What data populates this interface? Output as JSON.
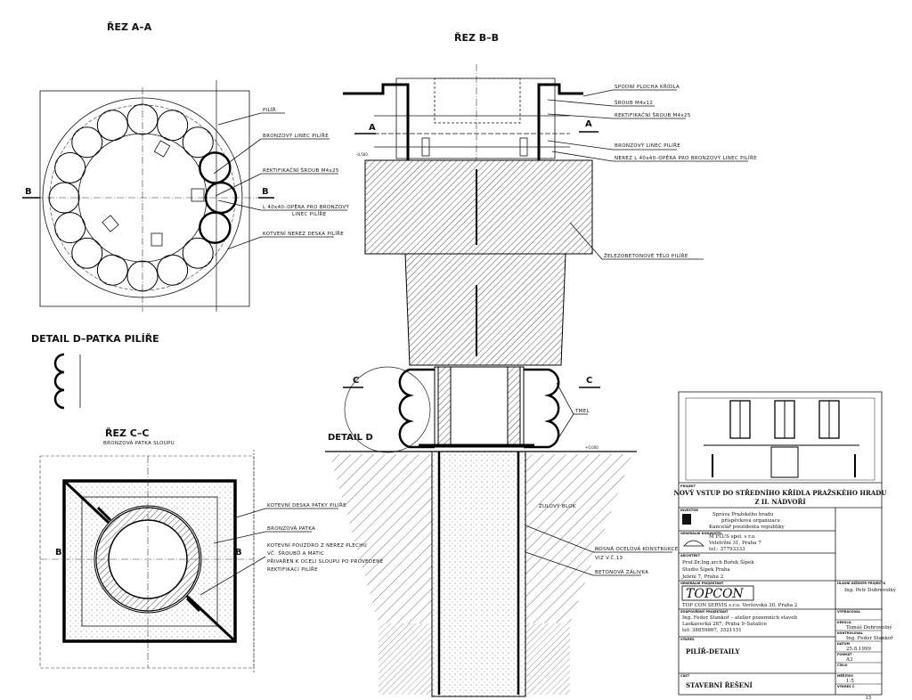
{
  "sections": {
    "aa": {
      "title": "ŘEZ A–A",
      "marker": "B",
      "labels": [
        "PILÍŘ",
        "BRONZOVÝ LINEC PILÍŘE",
        "REKTIFIKAČNÍ ŠROUB M4x25",
        "L 40x40–OPĚRA PRO BRONZOVÝ",
        "LINEC PILÍŘE",
        "KOTVENÍ NEREZ DESKA PILÍŘE"
      ]
    },
    "bb": {
      "title": "ŘEZ B–B",
      "marker_a": "A",
      "marker_c": "C",
      "detail": "DETAIL D",
      "labels": [
        "SPODNÍ PLOCHA KŘÍDLA",
        "ŠROUB M4x12",
        "REKTIFIKAČNÍ ŠROUB M4x25",
        "BRONZOVÝ LINEC PILÍŘE",
        "NEREZ L 40x40–OPĚRA PRO BRONZOVÝ LINEC PILÍŘE",
        "ŽELEZOBETONOVÉ TĚLO PILÍŘE",
        "TMEL",
        "ŽULOVÝ BLOK",
        "NOSNÁ OCELOVÁ KONSTRUKCE",
        "VIZ V.Č.13",
        "BETONOVÁ ZÁLIVKA"
      ],
      "levels": [
        "+0,000",
        "-0,500"
      ]
    },
    "detail_d": {
      "title": "DETAIL D–PATKA PILÍŘE"
    },
    "cc": {
      "title": "ŘEZ C–C",
      "subtitle": "BRONZOVÁ PATKA SLOUPU",
      "marker": "B",
      "labels": [
        "KOTEVNÍ DESKA PATKY PILÍŘE",
        "BRONZOVÁ PATKA",
        "KOTEVNÍ POUZDRO Z NEREZ PLECHU",
        "VČ. ŠROUBŮ A MATIC",
        "PŘIVAŘEN K OCELI SLOUPU PO PROVEDENÉ",
        "REKTIFIKACI PILÍŘE"
      ]
    }
  },
  "title_block": {
    "project_label": "PROJEKT",
    "project": "NOVÝ VSTUP DO STŘEDNÍHO KŘÍDLA PRAŽSKÉHO HRADU",
    "project_sub": "Z II. NÁDVOŘÍ",
    "investor_label": "INVESTOR",
    "investor": [
      "Správa Pražského hradu",
      "příspěvková organizace",
      "Kancelář prezidenta republiky"
    ],
    "general_label": "GENERÁLNÍ DODAVATEL",
    "general": [
      "M PLUS spol. s r.o.",
      "Veletržní 31, Praha 7",
      "tel.: 37793333"
    ],
    "architect_label": "ARCHITEKT",
    "architect": [
      "Prof.Dr.Ing.arch Bořek Šípek",
      "Studio Šípek Praha",
      "Jelení 7, Praha 2"
    ],
    "designer_label": "GENERÁLNÍ PROJEKTANT",
    "logo": "TOPCON",
    "designer_addr": "TOP CON SERVIS s.r.o. Veršovská 30, Praha 2",
    "responsible_label": "HLAVNÍ INŽENÝR PROJEKTU",
    "responsible": "Ing. Petr Dobrovolný",
    "partial_label": "ZODPOVĚDNÝ PROJEKTANT",
    "partial": [
      "Ing. Fedor Stankoř – atelier pozemních staveb",
      "Laskavecká 287, Praha 9–Satalice",
      "tel: 38859867, 3521151"
    ],
    "drawing_label": "VÝKRES",
    "drawing": "PILÍŘ–DETAILY",
    "part_label": "ČÁST",
    "part": "STAVEBNÍ ŘEŠENÍ",
    "fields": [
      {
        "label": "VYPRACOVAL",
        "value": ""
      },
      {
        "label": "KRESLIL",
        "value": "Tomáš Dobrovolný"
      },
      {
        "label": "KONTROLOVAL",
        "value": "Ing. Fedor Stankoř"
      },
      {
        "label": "DATUM",
        "value": "25.8.1999"
      },
      {
        "label": "FORMÁT",
        "value": "A3"
      },
      {
        "label": "ČÍSLO",
        "value": ""
      },
      {
        "label": "MĚŘÍTKO",
        "value": "1:5"
      },
      {
        "label": "VÝKRES Č.",
        "value": "15"
      }
    ]
  }
}
